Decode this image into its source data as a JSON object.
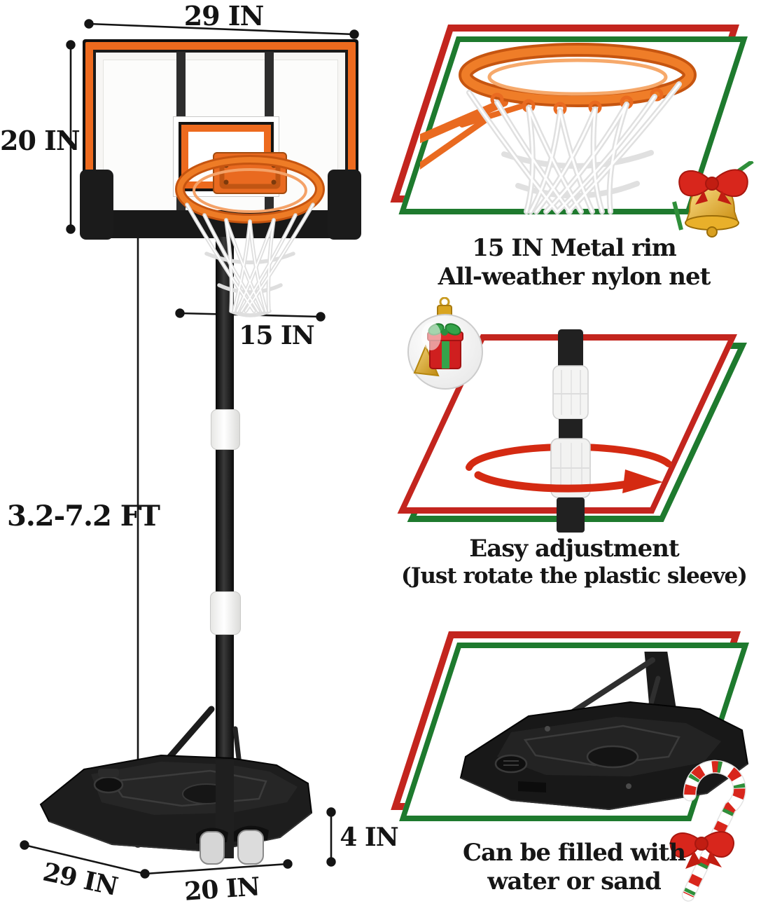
{
  "dimensions": {
    "backboard_width": "29 IN",
    "backboard_height": "20 IN",
    "rim_diameter": "15 IN",
    "height_range": "3.2-7.2 FT",
    "base_height": "4 IN",
    "base_width": "29 IN",
    "base_length": "20 IN"
  },
  "features": [
    {
      "line1": "15 IN Metal rim",
      "line2": "All-weather nylon net",
      "decoration": "christmas-bell-icon"
    },
    {
      "line1": "Easy adjustment",
      "line2": "(Just rotate the plastic sleeve)",
      "decoration": "christmas-ornament-icon"
    },
    {
      "line1": "Can be filled with",
      "line2": "water or sand",
      "decoration": "candy-cane-icon"
    }
  ],
  "colors": {
    "accent_orange": "#ED6A1E",
    "frame_red": "#C3251E",
    "frame_green": "#1E7A2E",
    "structure_black": "#1B1B1B",
    "dimension_text": "#141414",
    "arrow_red": "#D42A12"
  }
}
